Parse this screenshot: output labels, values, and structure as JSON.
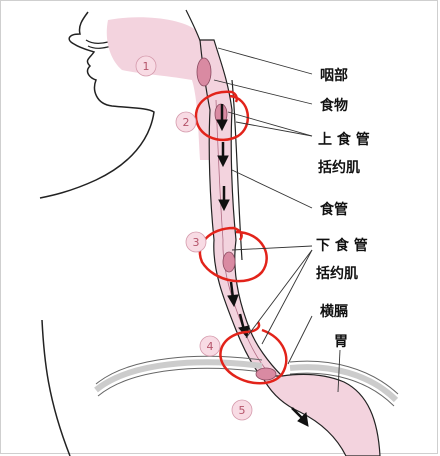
{
  "labels": {
    "pharynx": "咽部",
    "food": "食物",
    "upper_sphincter_line1": "上 食 管",
    "upper_sphincter_line2": "括约肌",
    "esophagus": "食管",
    "lower_sphincter_line1": "下 食 管",
    "lower_sphincter_line2": "括约肌",
    "diaphragm": "横膈",
    "stomach": "胃"
  },
  "steps": [
    "1",
    "2",
    "3",
    "4",
    "5"
  ],
  "colors": {
    "tube": "#f3d3de",
    "tube_dark": "#e2a4b8",
    "bolus": "#d98aa2",
    "highlight": "#e2231a",
    "outline": "#222222",
    "step_fill": "#f8dbe4",
    "diaphragm": "#cccccc"
  }
}
